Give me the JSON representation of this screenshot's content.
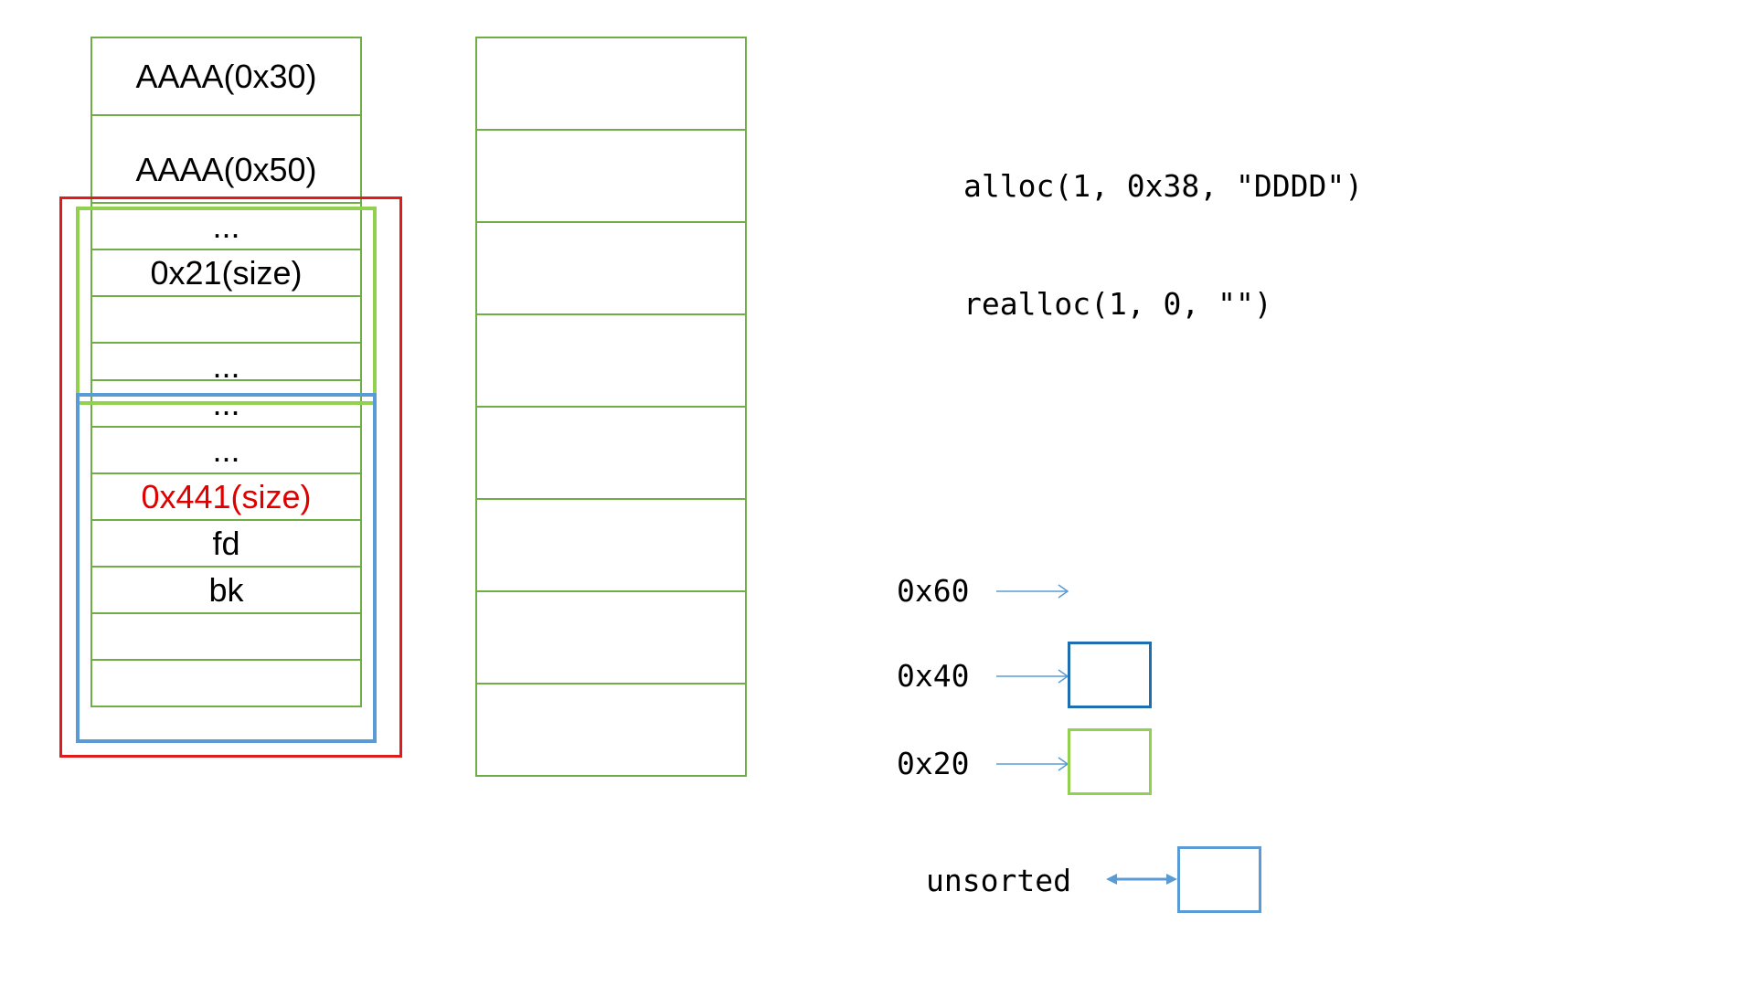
{
  "heap": {
    "cells": [
      "AAAA(0x30)",
      "AAAA(0x50)",
      "...",
      "0x21(size)",
      "",
      "...",
      "...",
      "...",
      "0x441(size)",
      "fd",
      "bk",
      "",
      ""
    ]
  },
  "code": {
    "line1": "alloc(1, 0x38, \"DDDD\")",
    "line2": "realloc(1, 0, \"\")"
  },
  "bins": {
    "b60": "0x60",
    "b40": "0x40",
    "b20": "0x20",
    "unsorted": "unsorted"
  },
  "colors": {
    "heap_border": "#70ad47",
    "red_frame": "#e01b1b",
    "green_frame": "#92d050",
    "blue_frame": "#5b9bd5",
    "size_441_text": "#e00000",
    "box_0x40": "#1f6fb0",
    "box_0x20": "#92d050",
    "box_unsorted": "#5b9bd5",
    "arrow": "#5b9bd5"
  }
}
